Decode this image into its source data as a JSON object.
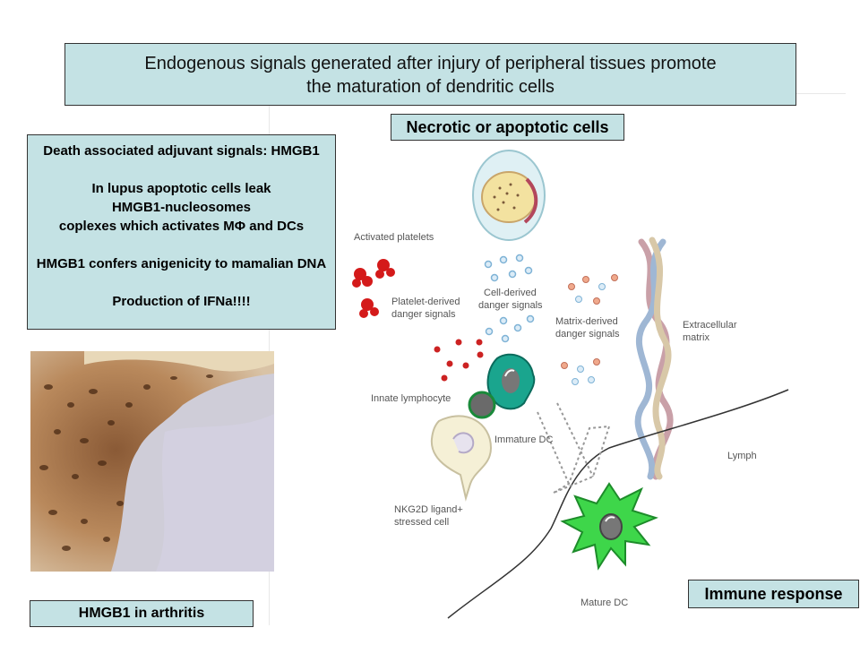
{
  "title": {
    "line1": "Endogenous signals generated after injury of peripheral tissues promote",
    "line2": "the maturation of dendritic cells"
  },
  "necrotic_label": "Necrotic or apoptotic cells",
  "signals_box": {
    "line1": "Death associated adjuvant signals: HMGB1",
    "line2": "In lupus apoptotic cells leak",
    "line3": "HMGB1-nucleosomes",
    "line4": "coplexes which activates MΦ and DCs",
    "line5": "HMGB1 confers anigenicity to mamalian DNA",
    "line6": "Production of IFNa!!!!"
  },
  "arthritis_label": "HMGB1 in arthritis",
  "immune_label": "Immune response",
  "diagram": {
    "activated_platelets": "Activated platelets",
    "platelet_signals_1": "Platelet-derived",
    "platelet_signals_2": "danger signals",
    "cell_signals_1": "Cell-derived",
    "cell_signals_2": "danger signals",
    "matrix_signals_1": "Matrix-derived",
    "matrix_signals_2": "danger signals",
    "extracellular_1": "Extracellular",
    "extracellular_2": "matrix",
    "innate_lymphocyte": "Innate lymphocyte",
    "immature_dc": "Immature DC",
    "lymph": "Lymph",
    "nkg2d_1": "NKG2D ligand+",
    "nkg2d_2": "stressed cell",
    "mature_dc": "Mature DC"
  },
  "colors": {
    "box_fill": "#c4e2e4",
    "platelet_red": "#d41a1a",
    "dc_teal": "#1aa58e",
    "mature_green": "#3ed64a",
    "signal_blue": "#7fb3d6"
  }
}
